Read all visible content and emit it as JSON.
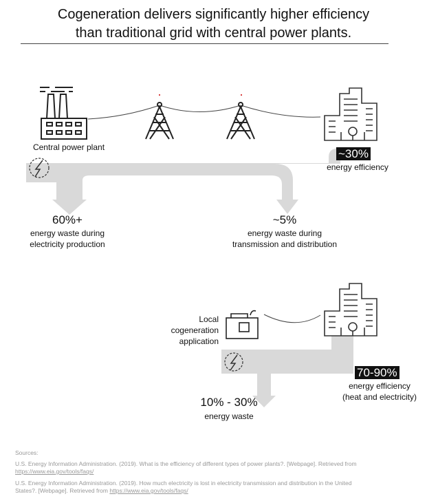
{
  "title_line1": "Cogeneration delivers significantly higher efficiency",
  "title_line2": "than traditional grid with central power plants.",
  "central": {
    "plant_label": "Central power plant",
    "efficiency_value": "~30%",
    "efficiency_label": "energy efficiency",
    "production_waste_value": "60%+",
    "production_waste_label_1": "energy waste during",
    "production_waste_label_2": "electricity production",
    "transmission_waste_value": "~5%",
    "transmission_waste_label_1": "energy waste during",
    "transmission_waste_label_2": "transmission and distribution"
  },
  "cogeneration": {
    "label_1": "Local",
    "label_2": "cogeneration",
    "label_3": "application",
    "efficiency_value": "70-90%",
    "efficiency_label_1": "energy efficiency",
    "efficiency_label_2": "(heat and electricity)",
    "waste_value": "10% - 30%",
    "waste_label": "energy waste"
  },
  "sources": {
    "heading": "Sources:",
    "s1_text_1": "U.S. Energy Information Administration. (2019). What is the efficiency of different types of power plants?. [Webpage]. Retrieved from",
    "s1_link": "https://www.eia.gov/tools/faqs/",
    "s2_text_1": "U.S. Energy Information Administration. (2019). How much electricity is lost in electricity transmission and distribution in the United",
    "s2_text_2": "States?. [Webpage]. Retrieved from",
    "s2_link": "https://www.eia.gov/tools/faqs/"
  },
  "colors": {
    "flow": "#d9d9d9",
    "ink": "#222222",
    "badge": "#111111"
  },
  "icons": [
    "factory-icon",
    "transmission-tower-icon",
    "building-icon",
    "lightning-icon",
    "generator-icon"
  ]
}
